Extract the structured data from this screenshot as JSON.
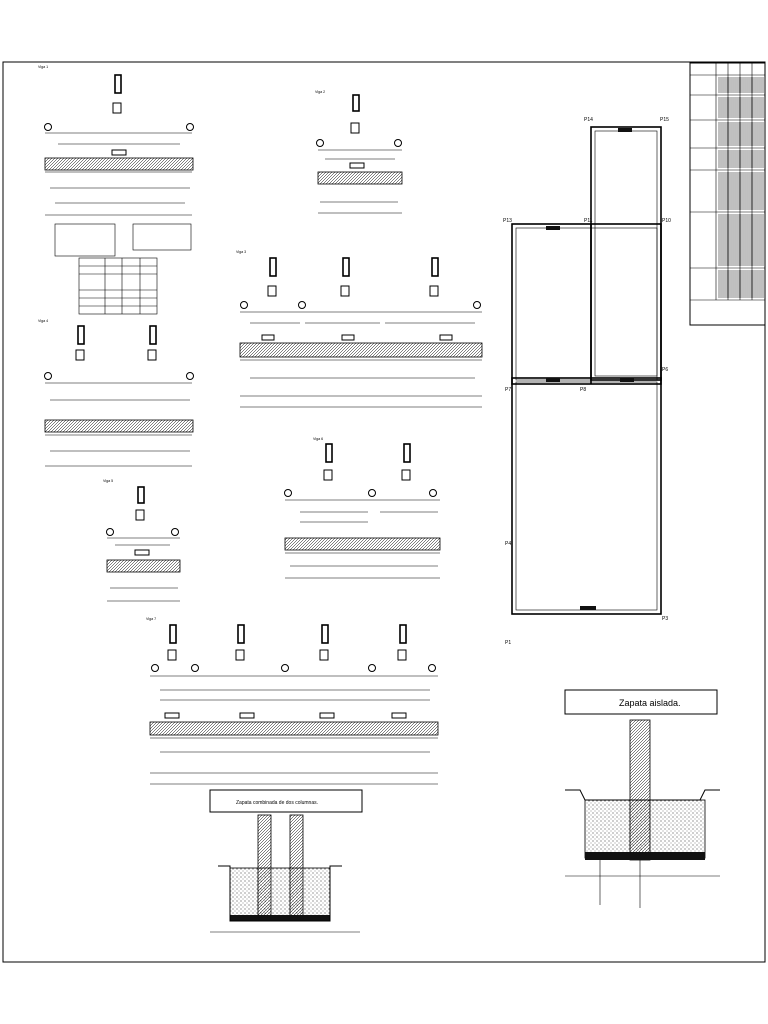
{
  "sheet": {
    "beams": [
      {
        "title": "Viga 1"
      },
      {
        "title": "Viga 2"
      },
      {
        "title": "Viga 3"
      },
      {
        "title": "Viga 4"
      },
      {
        "title": "Viga 5"
      },
      {
        "title": "Viga 6"
      },
      {
        "title": "Viga 7"
      }
    ],
    "plan_labels": {
      "p14": "P14",
      "p15": "P15",
      "p13": "P13",
      "p11": "P11",
      "p10": "P10",
      "p7": "P7",
      "p8": "P8",
      "p6": "P6",
      "p4": "P4",
      "p3": "P3",
      "p1": "P1"
    },
    "footing_isolated": {
      "title": "Zapata aislada."
    },
    "footing_combined": {
      "title": "Zapata combinada de dos columnas."
    }
  }
}
